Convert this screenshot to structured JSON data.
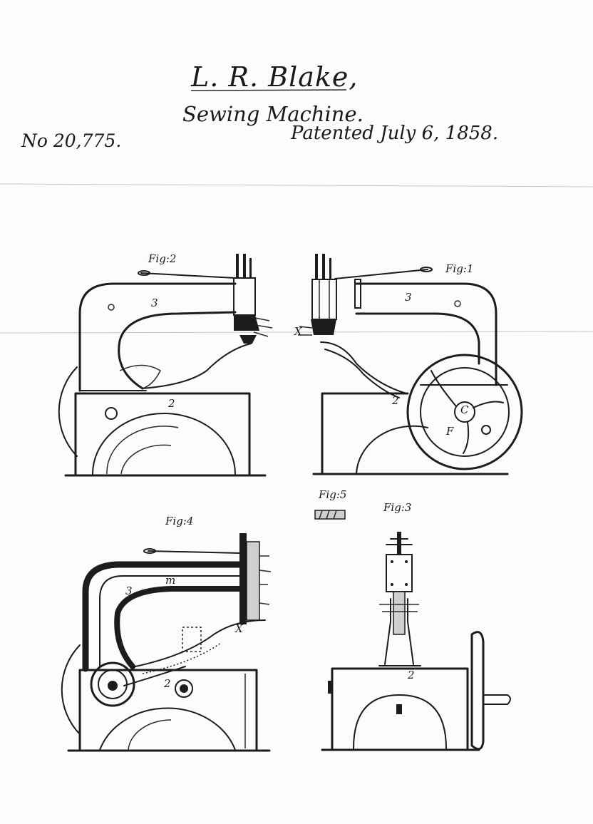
{
  "header": {
    "inventor": "L. R. Blake,",
    "title": "Sewing Machine.",
    "patent_number": "No 20,775.",
    "patent_date": "Patented July 6, 1858."
  },
  "figures": [
    {
      "label": "Fig:2"
    },
    {
      "label": "Fig:1"
    },
    {
      "label": "Fig:5"
    },
    {
      "label": "Fig:4"
    },
    {
      "label": "Fig:3"
    }
  ],
  "part_labels": {
    "frame": "3",
    "base": "2",
    "wheel": "F",
    "presser": "X",
    "rod": "m",
    "hub": "C"
  },
  "colors": {
    "ink": "#1c1c1c",
    "paper": "#fcfcfb"
  }
}
